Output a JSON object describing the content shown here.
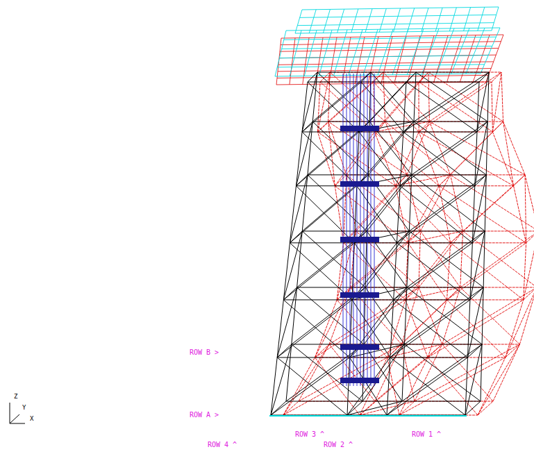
{
  "diagram": {
    "labels": [
      "ROW B >",
      "ROW A >",
      "ROW 3 ^",
      "ROW 1 ^",
      "Z",
      "Y",
      "X",
      "ROW 4 ^",
      "ROW 2 ^"
    ]
  }
}
